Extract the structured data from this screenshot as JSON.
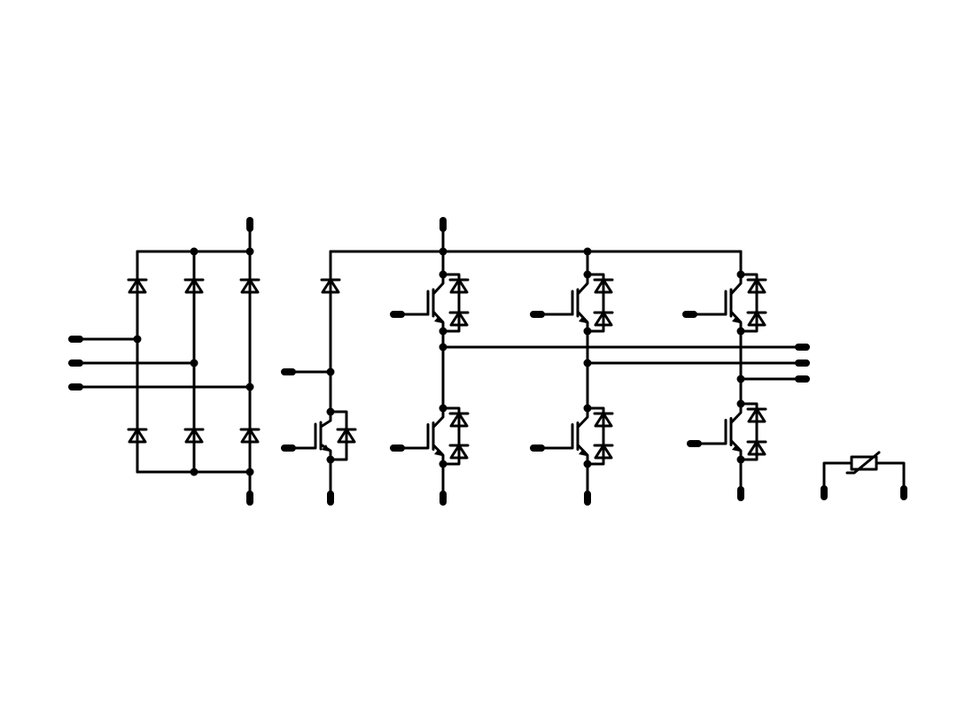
{
  "diagram": {
    "kind": "power-module-schematic",
    "stroke_color": "#000000",
    "background_color": "#ffffff",
    "blocks": [
      {
        "name": "rectifier-bridge",
        "diodes": 6,
        "ac-inputs": 3
      },
      {
        "name": "brake-chopper",
        "igbts": 1,
        "diodes": 1
      },
      {
        "name": "three-phase-inverter",
        "igbts": 6,
        "freewheel-diodes": 6,
        "ac-outputs": 3
      },
      {
        "name": "ntc-thermistor"
      }
    ]
  }
}
